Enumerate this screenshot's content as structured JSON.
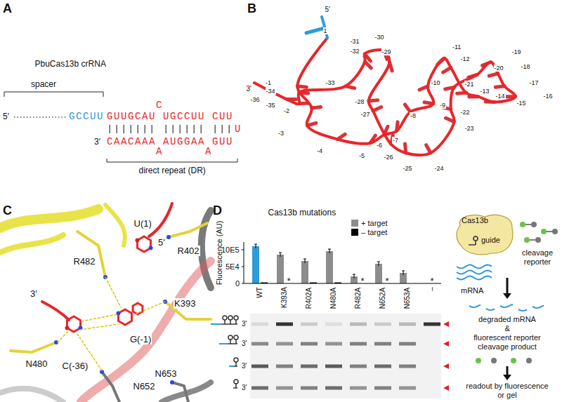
{
  "diagram": {
    "nodes": [
      {
        "text": [
          "Cas13b",
          "guide"
        ]
      }
    ],
    "labels": [
      "A",
      "PbuCas13b crRNA",
      "spacer",
      "5′",
      "GCCUU",
      "GUUGCAU",
      "C",
      "UGCCUU",
      "CUU",
      "U",
      "3′",
      "CAACAAA",
      "A",
      "AUGGAA",
      "A",
      "GUU",
      "direct repeat (DR)",
      "B",
      "5′",
      "1",
      "-1",
      "-2",
      "-3",
      "-4",
      "-5",
      "-6",
      "-7",
      "-8",
      "-9",
      "-10",
      "-11",
      "-12",
      "-13",
      "-14",
      "-15",
      "-16",
      "-17",
      "-18",
      "-19",
      "-20",
      "-21",
      "-22",
      "-23",
      "-24",
      "-25",
      "-26",
      "-27",
      "-28",
      "-29",
      "-30",
      "-31",
      "-32",
      "-33",
      "-34",
      "-35",
      "-36",
      "3′",
      "C",
      "U(1)",
      "5′",
      "R402",
      "R482",
      "K393",
      "3′",
      "G(-1)",
      "N480",
      "C(-36)",
      "N653",
      "N652",
      "D",
      "Cas13b mutations",
      "Fluorescence (AU)",
      "10E5",
      "5E4",
      "0",
      "WT",
      "K393A",
      "R402A",
      "N480A",
      "R482A",
      "N652A",
      "N653A",
      "–",
      "*",
      "*",
      "*",
      "*",
      "3′",
      "3′",
      "3′",
      "3′",
      "cleavage reporter",
      "mRNA",
      "degraded mRNA",
      "&",
      "fluorescent reporter cleavage product",
      "readout by fluorescence or gel"
    ],
    "legend": [
      {
        "text": "+ target",
        "color": "#8c8c8c"
      },
      {
        "text": "– target",
        "color": "#000000"
      }
    ]
  }
}
